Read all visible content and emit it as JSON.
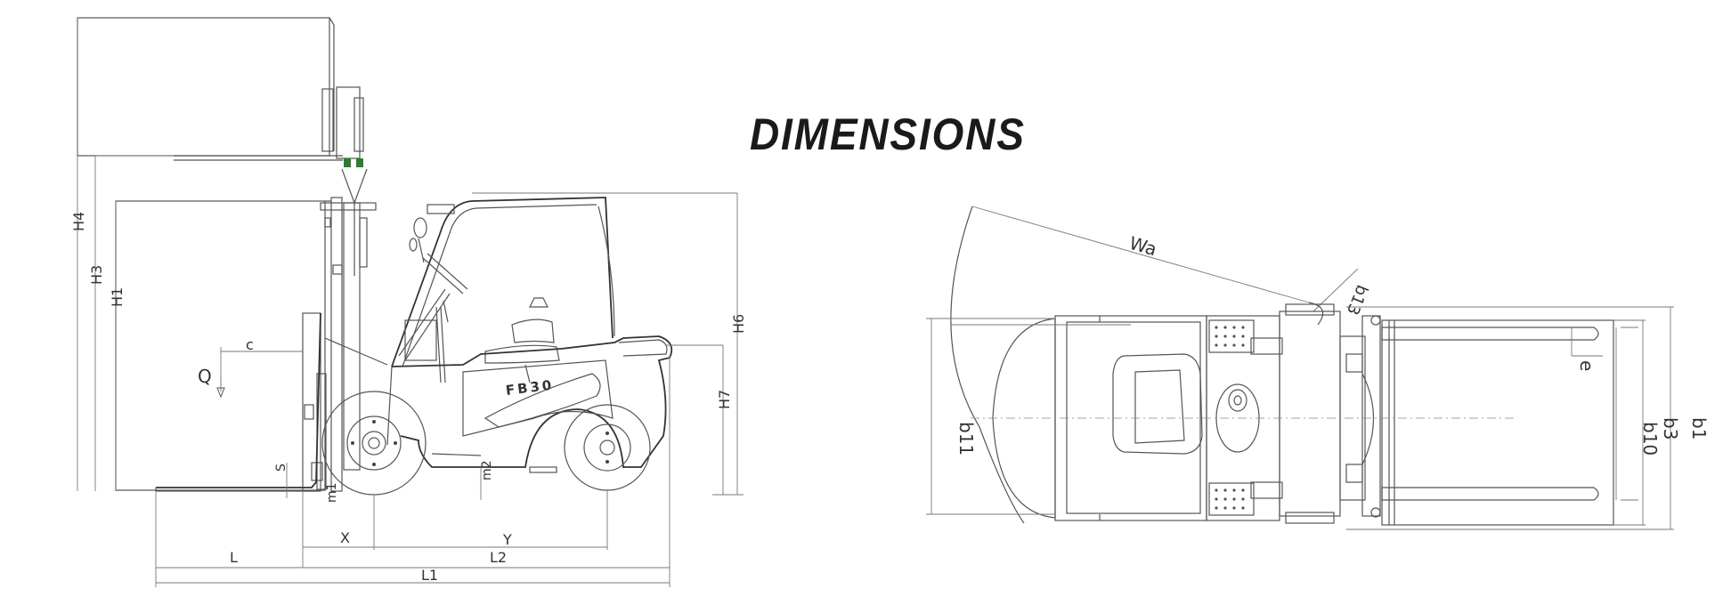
{
  "title": "DIMENSIONS",
  "model_badge": "FB30",
  "side_view": {
    "labels": {
      "h4": "H4",
      "h3": "H3",
      "h1": "H1",
      "h6": "H6",
      "h7": "H7",
      "c": "c",
      "q": "Q",
      "s": "S",
      "m1": "m1",
      "m2": "m2",
      "x": "X",
      "y": "Y",
      "l": "L",
      "l2": "L2",
      "l1": "L1"
    }
  },
  "top_view": {
    "labels": {
      "wa": "Wa",
      "b13": "b13",
      "e": "e",
      "b11": "b11",
      "b10": "b10",
      "b3": "b3",
      "b1": "b1"
    }
  },
  "colors": {
    "line": "#555555",
    "title": "#1a1a1a",
    "accent": "#2e7d32"
  }
}
